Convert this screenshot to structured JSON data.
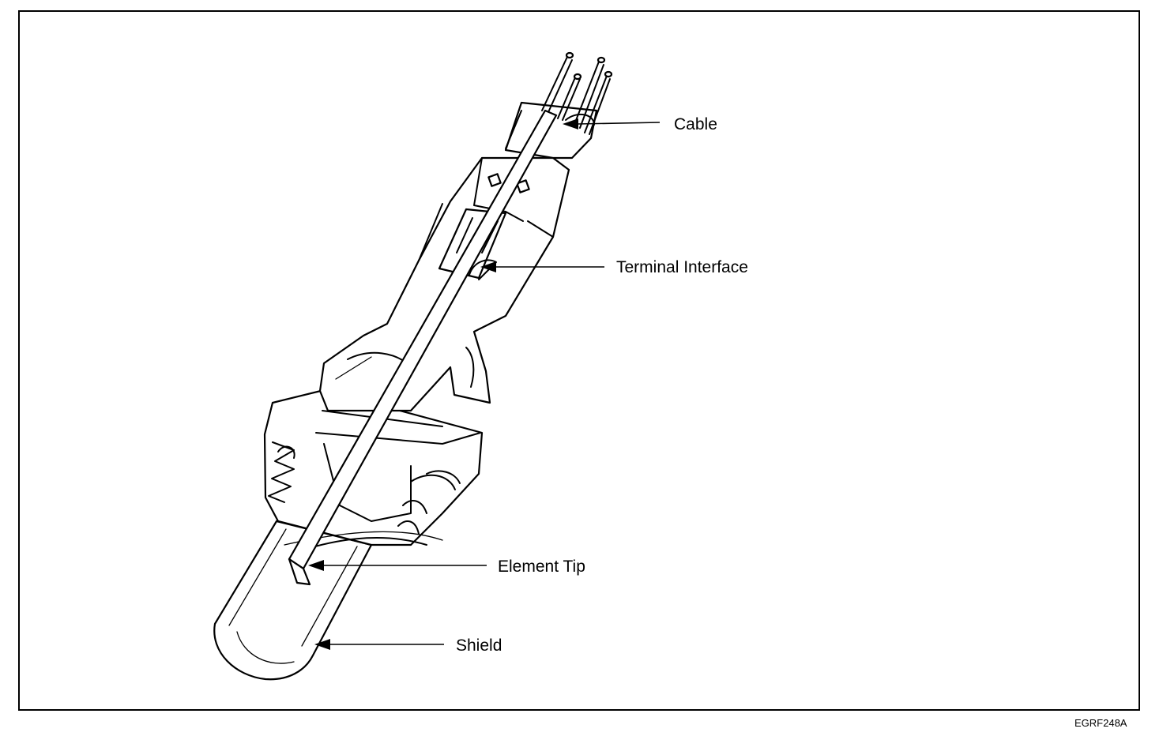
{
  "labels": {
    "cable": "Cable",
    "terminal_interface": "Terminal Interface",
    "element_tip": "Element Tip",
    "shield": "Shield"
  },
  "figure_code": "EGRF248A",
  "colors": {
    "line": "#000000",
    "background": "#ffffff"
  }
}
